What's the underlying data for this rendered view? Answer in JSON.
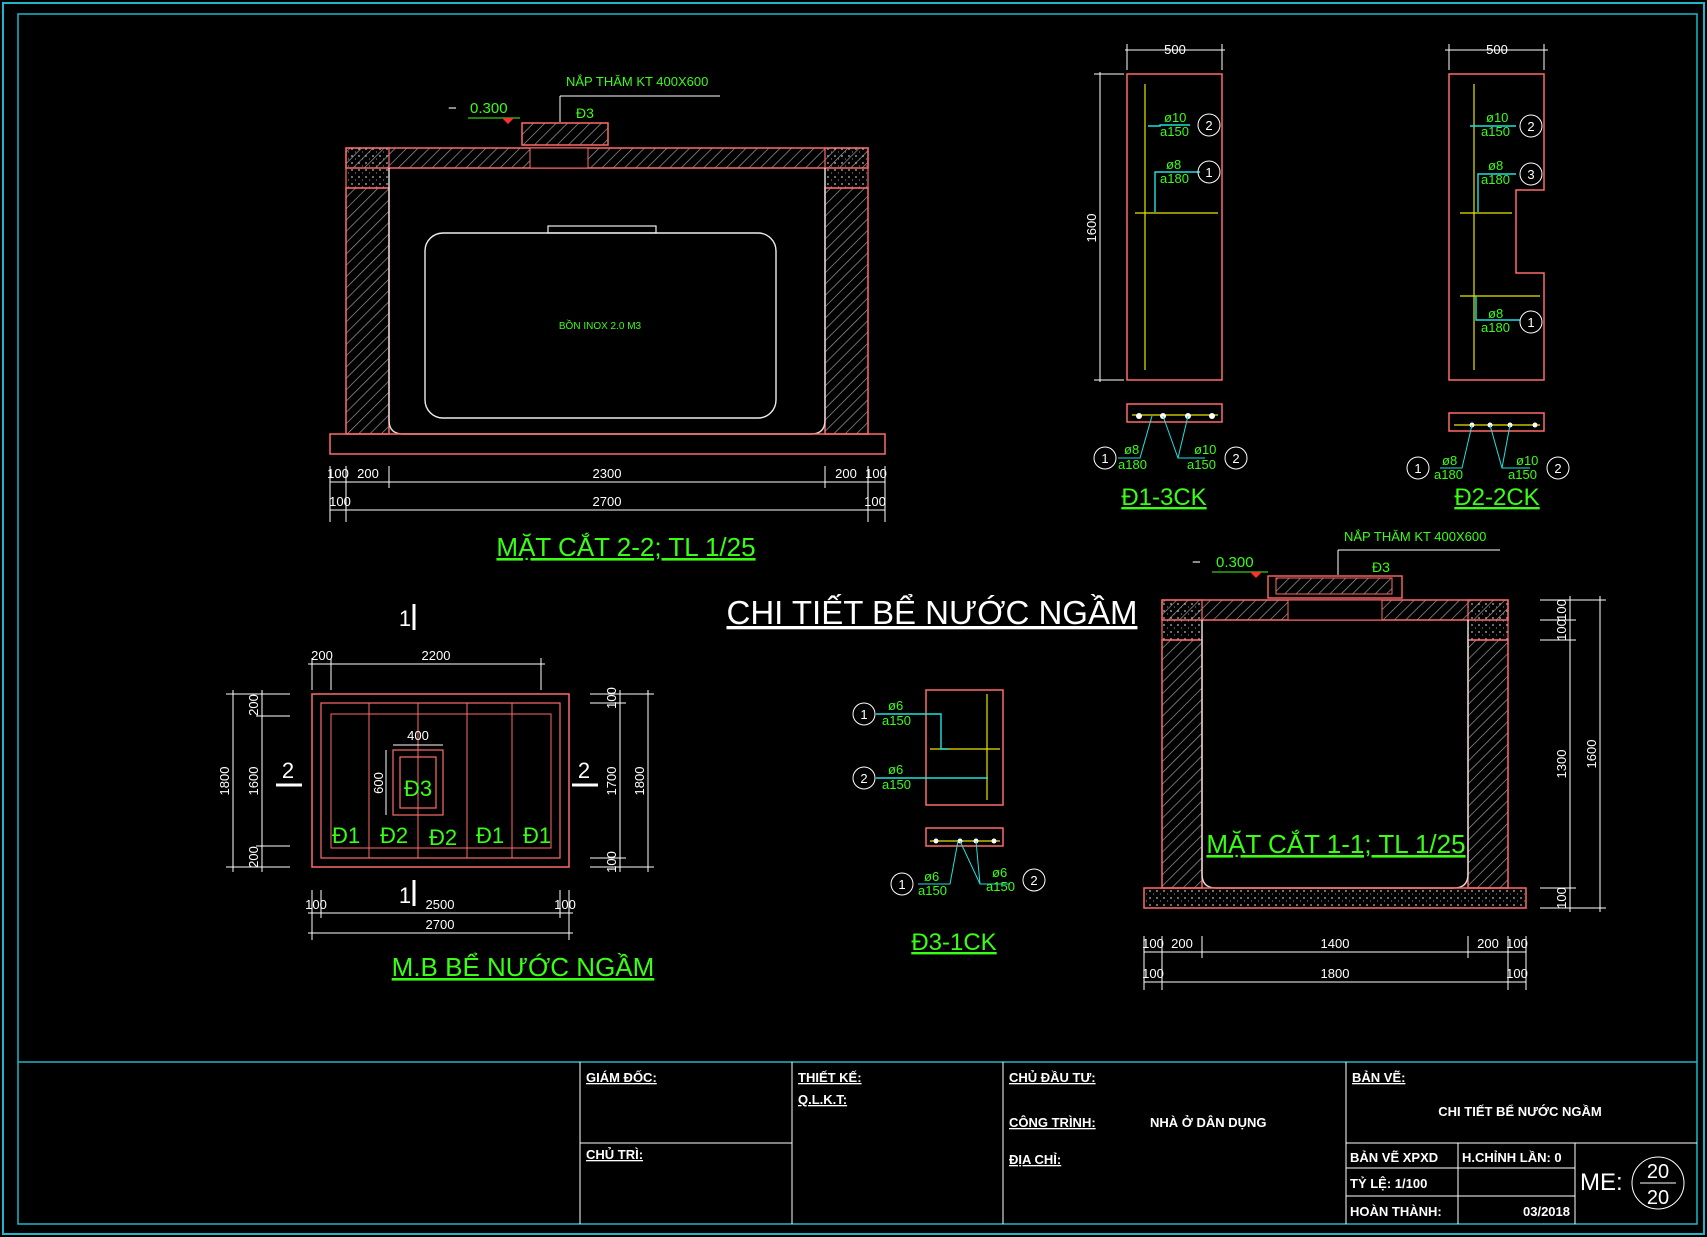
{
  "sheet_title": "CHI TIẾT BỂ NƯỚC NGẦM",
  "colors": {
    "background": "#000000",
    "frame": "#1fb6c8",
    "wall": "#ff6a6a",
    "rebar": "#39ff14",
    "dimension": "#ffffff",
    "hatch": "#9a9a9a",
    "axis": "#e6e600"
  },
  "section22": {
    "title": "MẶT CẮT 2-2; TL 1/25",
    "level": "0.300",
    "level_prefix": "−",
    "manhole_note": "NẮP THĂM KT 400X600",
    "cover_tag": "Đ3",
    "tank_label": "BỒN INOX 2.0 M3",
    "dims_row1": [
      "100",
      "200",
      "2300",
      "200",
      "100"
    ],
    "dims_row2": [
      "100",
      "2700",
      "100"
    ]
  },
  "detail_d1": {
    "title": "Đ1-3CK",
    "width": "500",
    "height": "1600",
    "rebar_top": {
      "dia": "ø10",
      "spacing": "a150",
      "mark": "2"
    },
    "rebar_mid": {
      "dia": "ø8",
      "spacing": "a180",
      "mark": "1"
    },
    "bottom_left": {
      "dia": "ø8",
      "spacing": "a180",
      "mark": "1"
    },
    "bottom_right": {
      "dia": "ø10",
      "spacing": "a150",
      "mark": "2"
    }
  },
  "detail_d2": {
    "title": "Đ2-2CK",
    "width": "500",
    "rebar_top": {
      "dia": "ø10",
      "spacing": "a150",
      "mark": "2"
    },
    "rebar_mid": {
      "dia": "ø8",
      "spacing": "a180",
      "mark": "3"
    },
    "rebar_low": {
      "dia": "ø8",
      "spacing": "a180",
      "mark": "1"
    },
    "bottom_left": {
      "dia": "ø8",
      "spacing": "a180",
      "mark": "1"
    },
    "bottom_right": {
      "dia": "ø10",
      "spacing": "a150",
      "mark": "2"
    }
  },
  "plan": {
    "title": "M.B BỂ NƯỚC NGẦM",
    "section_mark_1": "1",
    "section_mark_2": "2",
    "top_dims": [
      "200",
      "2200"
    ],
    "opening_w": "400",
    "opening_h": "600",
    "opening_tag": "Đ3",
    "left_dims": [
      "1800",
      "200",
      "1600",
      "200"
    ],
    "right_dims": [
      "100",
      "1700",
      "1800",
      "100"
    ],
    "panel_tags": [
      "Đ1",
      "Đ2",
      "Đ2",
      "Đ1",
      "Đ1"
    ],
    "bottom_dims_row1": [
      "100",
      "2500",
      "100"
    ],
    "bottom_dims_row2": [
      "2700"
    ]
  },
  "detail_d3": {
    "title": "Đ3-1CK",
    "rebar_1": {
      "dia": "ø6",
      "spacing": "a150",
      "mark": "1"
    },
    "rebar_2": {
      "dia": "ø6",
      "spacing": "a150",
      "mark": "2"
    },
    "bottom_left": {
      "dia": "ø6",
      "spacing": "a150",
      "mark": "1"
    },
    "bottom_right": {
      "dia": "ø6",
      "spacing": "a150",
      "mark": "2"
    }
  },
  "section11": {
    "title": "MẶT CẮT 1-1; TL 1/25",
    "level": "0.300",
    "level_prefix": "−",
    "manhole_note": "NẮP THĂM KT 400X600",
    "cover_tag": "Đ3",
    "right_dims_inner": [
      "100",
      "100",
      "1300",
      "100"
    ],
    "right_dims_outer": [
      "1600"
    ],
    "dims_row1": [
      "100",
      "200",
      "1400",
      "200",
      "100"
    ],
    "dims_row2": [
      "100",
      "1800",
      "100"
    ]
  },
  "title_block": {
    "giam_doc": "GIÁM ĐỐC:",
    "chu_tri": "CHỦ TRÌ:",
    "thiet_ke": "THIẾT KẾ:",
    "qlkt": "Q.L.K.T:",
    "chu_dau_tu": "CHỦ ĐẦU TƯ:",
    "cong_trinh_label": "CÔNG TRÌNH:",
    "cong_trinh_value": "NHÀ Ở DÂN DỤNG",
    "dia_chi": "ĐỊA CHỈ:",
    "ban_ve_label": "BẢN VẼ:",
    "ban_ve_value": "CHI TIẾT BỂ NƯỚC NGẦM",
    "ban_ve_xpxd": "BẢN VẼ XPXD",
    "h_chinh": "H.CHỈNH LẦN: 0",
    "ty_le": "TỶ LỆ: 1/100",
    "hoan_thanh_label": "HOÀN THÀNH:",
    "hoan_thanh_value": "03/2018",
    "sheet_label": "ME:",
    "sheet_no": "20",
    "sheet_total": "20"
  }
}
